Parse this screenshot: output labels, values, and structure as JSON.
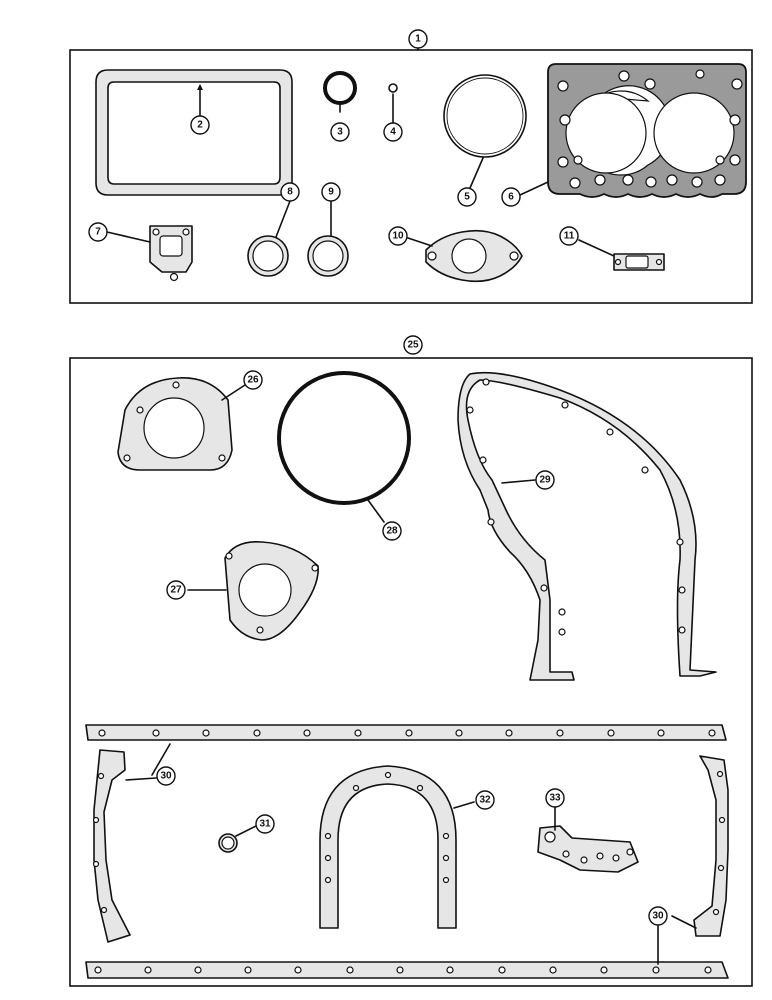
{
  "kits": [
    {
      "ref": "1"
    },
    {
      "ref": "25"
    }
  ],
  "callouts": [
    {
      "ref": "2"
    },
    {
      "ref": "3"
    },
    {
      "ref": "4"
    },
    {
      "ref": "5"
    },
    {
      "ref": "6"
    },
    {
      "ref": "7"
    },
    {
      "ref": "8"
    },
    {
      "ref": "9"
    },
    {
      "ref": "10"
    },
    {
      "ref": "11"
    },
    {
      "ref": "26"
    },
    {
      "ref": "27"
    },
    {
      "ref": "28"
    },
    {
      "ref": "29"
    },
    {
      "ref": "30"
    },
    {
      "ref": "31"
    },
    {
      "ref": "32"
    },
    {
      "ref": "33"
    },
    {
      "ref": "30"
    }
  ]
}
